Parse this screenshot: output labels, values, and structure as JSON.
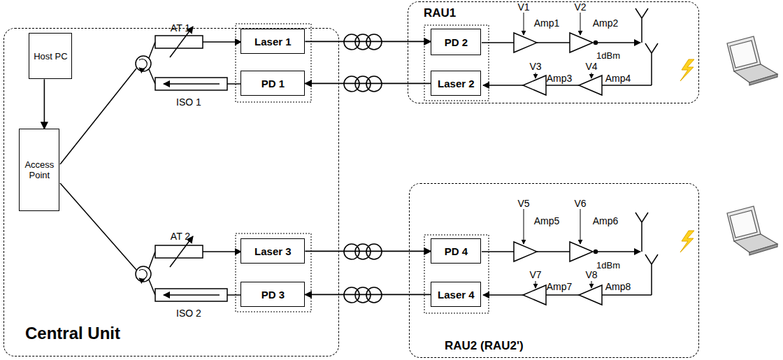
{
  "diagram": {
    "nodes": [
      {
        "text": [
          "Central Unit"
        ]
      },
      {
        "text": [
          "Host PC"
        ],
        "in": 0
      },
      {
        "text": [
          "Access Point"
        ],
        "in": 0
      },
      {
        "text": [
          "Laser 1"
        ],
        "in": 0
      },
      {
        "text": [
          "PD 1"
        ],
        "in": 0
      },
      {
        "text": [
          "Laser 3"
        ],
        "in": 0
      },
      {
        "text": [
          "PD 3"
        ],
        "in": 0
      },
      {
        "text": [
          "RAU1"
        ]
      },
      {
        "text": [
          "PD 2"
        ],
        "in": 7
      },
      {
        "text": [
          "Laser 2"
        ],
        "in": 7
      },
      {
        "text": [
          "RAU2 (RAU2')"
        ]
      },
      {
        "text": [
          "PD 4"
        ],
        "in": 10
      },
      {
        "text": [
          "Laser 4"
        ],
        "in": 10
      }
    ],
    "edges": [
      {
        "from": 1,
        "to": 2,
        "arrow": "to"
      },
      {
        "from": 3,
        "to": 8,
        "arrow": "to"
      },
      {
        "from": 9,
        "to": 4,
        "arrow": "to"
      },
      {
        "from": 5,
        "to": 11,
        "arrow": "to"
      },
      {
        "from": 12,
        "to": 6,
        "arrow": "to"
      }
    ],
    "labels": [
      "AT 1",
      "ISO 1",
      "AT 2",
      "ISO 2",
      "V1",
      "Amp1",
      "V2",
      "Amp2",
      "1dBm",
      "V3",
      "Amp3",
      "V4",
      "Amp4",
      "V5",
      "Amp5",
      "V6",
      "Amp6",
      "1dBm",
      "V7",
      "Amp7",
      "V8",
      "Amp8"
    ]
  }
}
